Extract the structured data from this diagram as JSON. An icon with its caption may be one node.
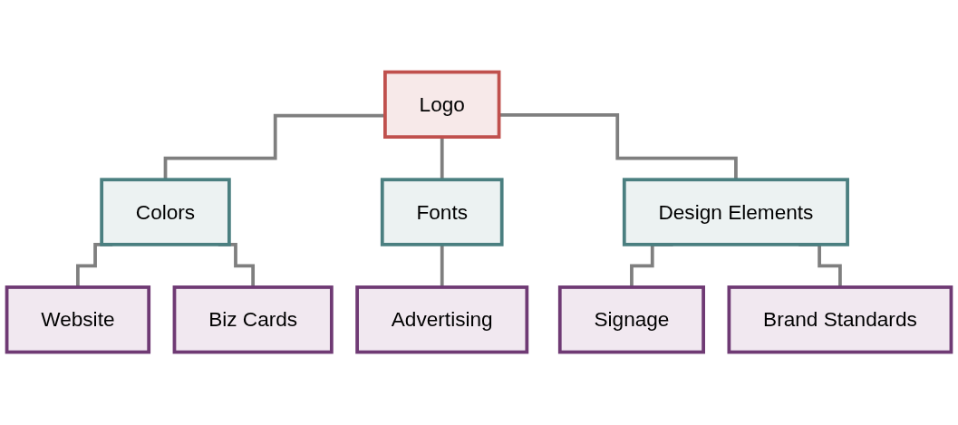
{
  "diagram": {
    "nodes": [
      {
        "text": [
          "Logo"
        ]
      },
      {
        "text": [
          "Colors"
        ]
      },
      {
        "text": [
          "Fonts"
        ]
      },
      {
        "text": [
          "Design Elements"
        ]
      },
      {
        "text": [
          "Website"
        ]
      },
      {
        "text": [
          "Biz Cards"
        ]
      },
      {
        "text": [
          "Advertising"
        ]
      },
      {
        "text": [
          "Signage"
        ]
      },
      {
        "text": [
          "Brand Standards"
        ]
      }
    ],
    "edges": [
      {
        "from": 0,
        "to": 1,
        "arrow": "none"
      },
      {
        "from": 0,
        "to": 2,
        "arrow": "none"
      },
      {
        "from": 0,
        "to": 3,
        "arrow": "none"
      },
      {
        "from": 1,
        "to": 4,
        "arrow": "none"
      },
      {
        "from": 1,
        "to": 5,
        "arrow": "none"
      },
      {
        "from": 2,
        "to": 6,
        "arrow": "none"
      },
      {
        "from": 3,
        "to": 7,
        "arrow": "none"
      },
      {
        "from": 3,
        "to": 8,
        "arrow": "none"
      }
    ]
  }
}
